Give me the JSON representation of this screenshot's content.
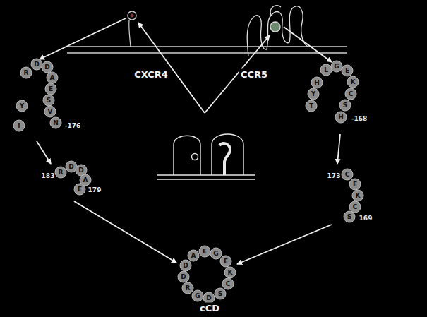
{
  "diagram": {
    "labels": [
      "CXCR4",
      "CCR5",
      "I",
      "Y",
      "R",
      "D",
      "D",
      "A",
      "E",
      "S",
      "V",
      "N",
      "-176",
      "183",
      "R",
      "D",
      "D",
      "A",
      "E",
      "179",
      "T",
      "Y",
      "H",
      "L",
      "G",
      "E",
      "K",
      "C",
      "S",
      "H",
      "-168",
      "173",
      "C",
      "E",
      "K",
      "C",
      "S",
      "169",
      "A",
      "E",
      "G",
      "E",
      "K",
      "C",
      "S",
      "D",
      "G",
      "R",
      "D",
      "D",
      "cCD"
    ]
  }
}
